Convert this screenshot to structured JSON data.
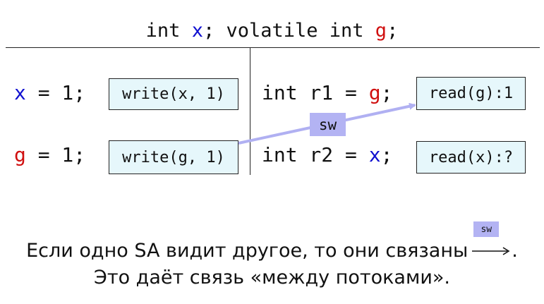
{
  "header": {
    "prefix": "int ",
    "var_x": "x",
    "middle": "; volatile int ",
    "var_g": "g",
    "suffix": ";"
  },
  "left": {
    "row1": {
      "var": "x",
      "rest": " = 1;",
      "box": "write(x, 1)"
    },
    "row2": {
      "var": "g",
      "rest": " = 1;",
      "box": "write(g, 1)"
    }
  },
  "right": {
    "row1": {
      "prefix": "int r1 = ",
      "var": "g",
      "suffix": ";",
      "box": "read(g):1"
    },
    "row2": {
      "prefix": "int r2 = ",
      "var": "x",
      "suffix": ";",
      "box": "read(x):?"
    }
  },
  "edge": {
    "label": "sw",
    "from": "write(g, 1)",
    "to": "read(g):1"
  },
  "bottom": {
    "line1": "Если одно SA видит другое, то они связаны",
    "line1_tag": "sw",
    "line1_end": ".",
    "line2": "Это даёт связь «между потоками»."
  },
  "colors": {
    "x": "#1010d0",
    "g": "#d01010",
    "box_fill": "#e6f7fb",
    "sw_fill": "#b3b3f3",
    "arrow": "#b0b0f2"
  }
}
